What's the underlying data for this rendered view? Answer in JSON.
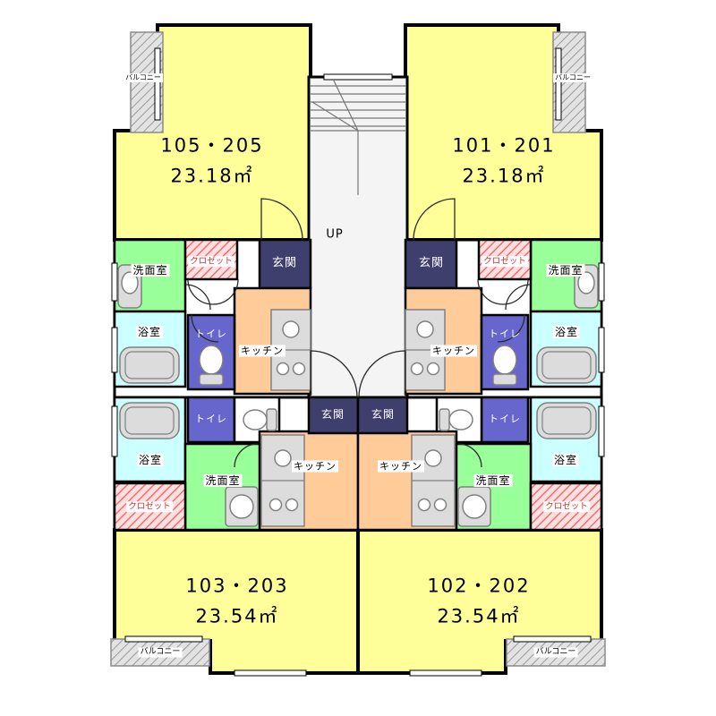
{
  "title": "apartment-floor-plan",
  "labels": {
    "up": "UP",
    "entrance": "玄関",
    "kitchen": "キッチン",
    "toilet": "トイレ",
    "bath": "浴室",
    "washroom": "洗面室",
    "closet": "クロゼット",
    "balcony": "バルコニー"
  },
  "units": [
    {
      "name": "105・205",
      "area": "23.18㎡"
    },
    {
      "name": "101・201",
      "area": "23.18㎡"
    },
    {
      "name": "103・203",
      "area": "23.54㎡"
    },
    {
      "name": "102・202",
      "area": "23.54㎡"
    }
  ],
  "colors": {
    "room": "#ffff99",
    "washroom": "#99ff99",
    "bath": "#ccffff",
    "toilet": "#6666cc",
    "entrance": "#3f3f6e",
    "kitchen": "#ffcc99",
    "closet-bg": "#ffe0e0",
    "closet-line": "#ff5555",
    "balcony-bg": "#e3e3e3",
    "balcony-line": "#9a9a9a",
    "stair": "#f4f4f4",
    "wall": "#000000",
    "fixture": "#dcdcdc",
    "fixture-line": "#808080"
  }
}
